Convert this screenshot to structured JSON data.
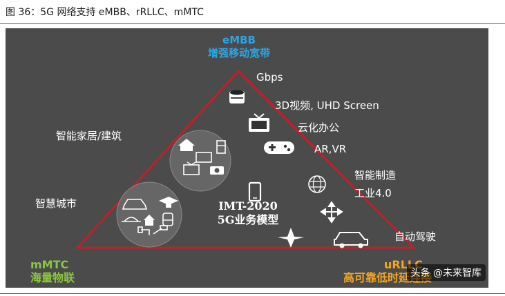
{
  "caption": "图 36：5G 网络支持 eMBB、rRLLC、mMTC",
  "diagram": {
    "top_corner": {
      "code": "eMBB",
      "name": "增强移动宽带",
      "color": "#2aa7e6"
    },
    "left_corner": {
      "code": "mMTC",
      "name": "海量物联",
      "color": "#8cc63f"
    },
    "right_corner": {
      "code": "uRLLC",
      "name": "高可靠低时延连接",
      "color": "#f5a623"
    },
    "labels": {
      "gbps": "Gbps",
      "video": "3D视频, UHD Screen",
      "cloud_office": "云化办公",
      "ar_vr": "AR,VR",
      "smart_home": "智能家居/建筑",
      "smart_manufacturing": "智能制造",
      "industry": "工业4.0",
      "smart_city": "智慧城市",
      "auto_driving": "自动驾驶"
    },
    "center": {
      "line1": "IMT-2020",
      "line2": "5G业务模型"
    },
    "triangle_color": "#c0202a"
  },
  "watermark": "头条 @未来智库"
}
